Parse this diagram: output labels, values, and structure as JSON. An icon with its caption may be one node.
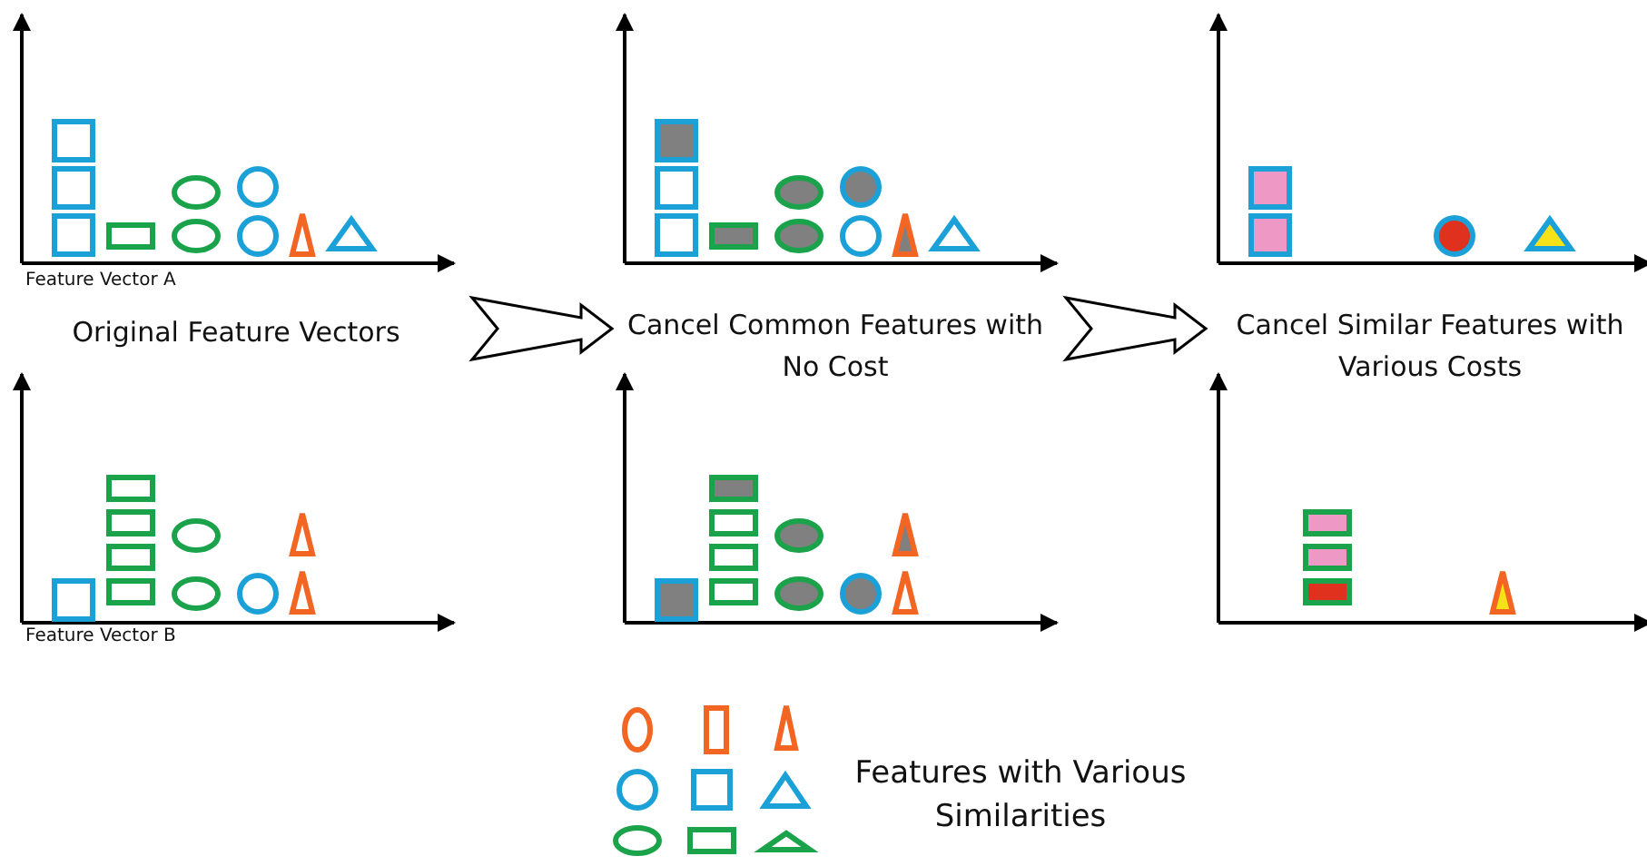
{
  "diagram": {
    "nodes": [
      {
        "text": [
          "Original Feature Vectors"
        ]
      },
      {
        "text": [
          "Cancel Common Features with No Cost"
        ]
      },
      {
        "text": [
          "Cancel Similar Features with Various Costs"
        ]
      }
    ],
    "edges": [
      {
        "from": 0,
        "to": 1,
        "arrow": "to"
      },
      {
        "from": 1,
        "to": 2,
        "arrow": "to"
      }
    ],
    "labels": [
      "Feature Vector A",
      "Feature Vector B",
      "Features with Various Similarities"
    ]
  }
}
